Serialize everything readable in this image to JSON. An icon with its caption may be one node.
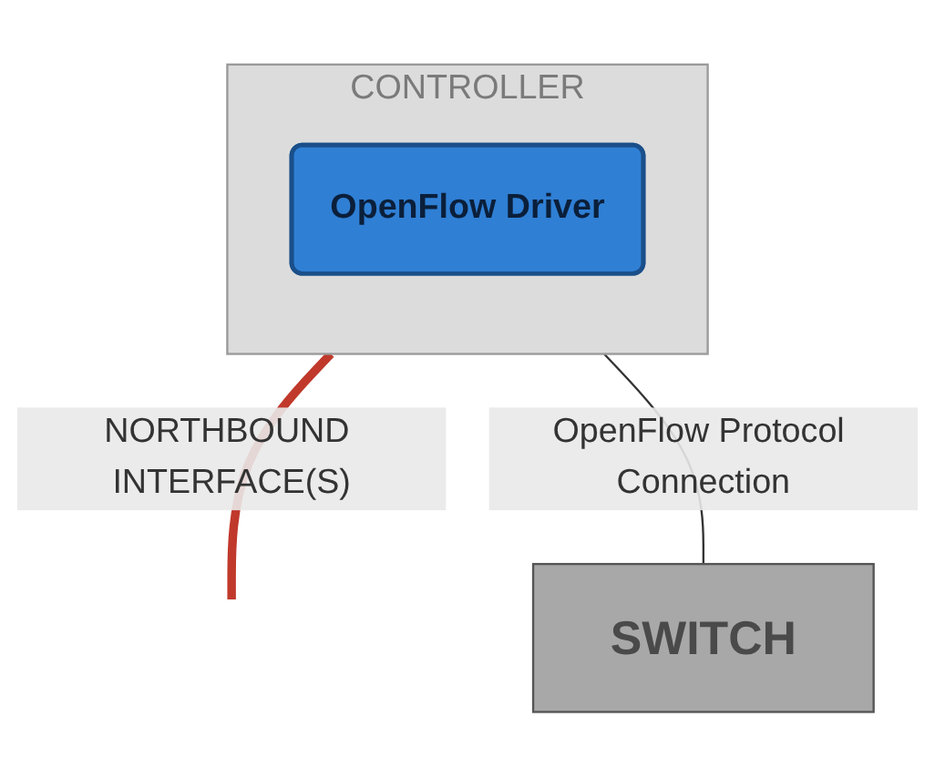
{
  "diagram": {
    "nodes": [
      {
        "text": [
          "CONTROLLER"
        ]
      },
      {
        "text": [
          "OpenFlow Driver"
        ],
        "in": 0
      },
      {
        "text": [
          "SWITCH"
        ]
      }
    ],
    "edges": [
      {
        "from": 0,
        "to": null,
        "arrow": "none",
        "label": "NORTHBOUND INTERFACE(S)",
        "style": "thick",
        "color": "#c0392b"
      },
      {
        "from": 0,
        "to": 2,
        "arrow": "none",
        "label": "OpenFlow Protocol Connection",
        "color": "#333333"
      }
    ]
  }
}
